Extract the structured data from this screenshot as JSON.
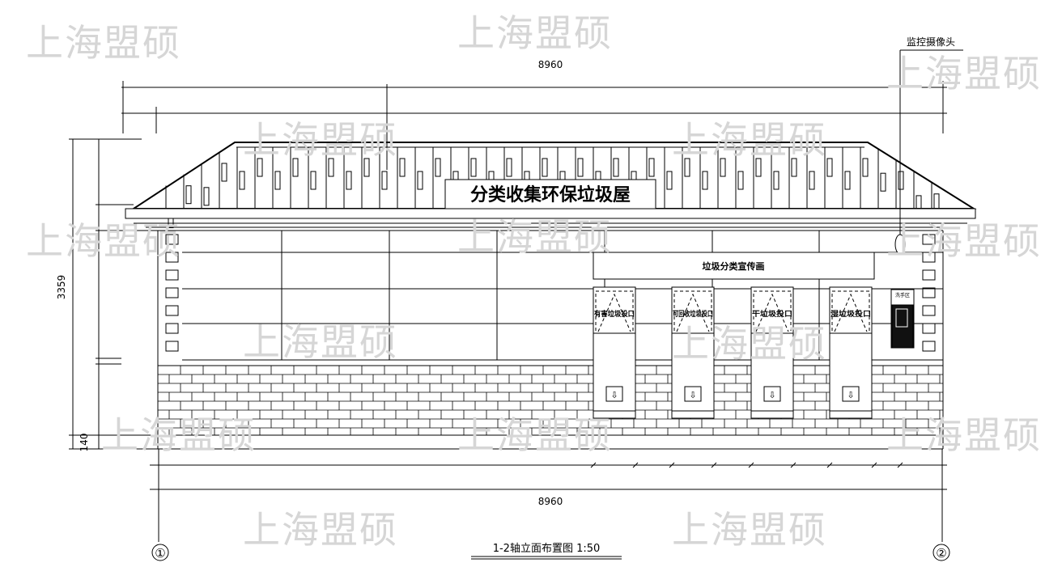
{
  "watermark": "上海盟硕",
  "sign_title": "分类收集环保垃圾屋",
  "promo_panel": "垃圾分类宣传画",
  "camera_label": "监控摄像头",
  "bins": [
    "有害垃圾投口",
    "可回收垃圾投口",
    "干垃圾投口",
    "湿垃圾投口"
  ],
  "handwash_label": "洗手区",
  "dim_top": "8960",
  "dim_bottom": "8960",
  "dim_height": "3359",
  "dim_base": "140",
  "axis_left": "①",
  "axis_right": "②",
  "drawing_title": "1-2轴立面布置图 1:50"
}
